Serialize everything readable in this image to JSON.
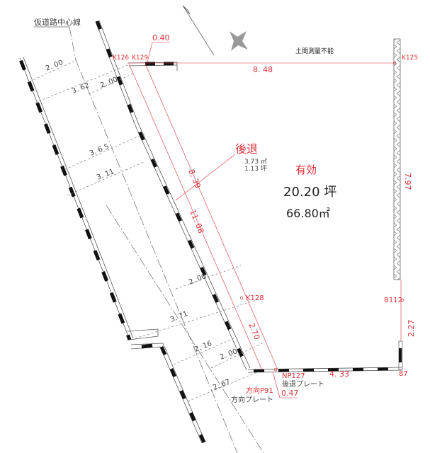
{
  "labels": {
    "center_line": "仮道路中心線",
    "setback_top": "0.40",
    "k126": "K126",
    "k129": "K129",
    "top_length": "8. 48",
    "unmeasurable": "土間測量不能",
    "k125": "K125",
    "setback_title": "後退",
    "setback_area_m2": "3.73 ㎡",
    "setback_area_tsubo": "1.13 坪",
    "effective_title": "有効",
    "effective_tsubo": "20.20 坪",
    "effective_m2": "66.80㎡",
    "left_length_a": "8. 39",
    "left_length_b": "11. 08",
    "right_length": "7.97",
    "k128": "K128",
    "b112": "B112",
    "right_lower": "2.27",
    "left_lower": "2.70",
    "np127": "NP127",
    "setback_plate": "後退プレート",
    "bottom_length": "4. 33",
    "p87": "87",
    "p91": "方向P91",
    "setback_bottom": "0.47",
    "direction_plate": "方向プレート"
  },
  "road_dims": [
    "2. 00",
    "3. 62",
    "2. 00",
    "3. 6 5",
    "3. 11",
    "2. 00",
    "3. 71",
    "2. 16",
    "2. 00",
    "2. 67"
  ]
}
